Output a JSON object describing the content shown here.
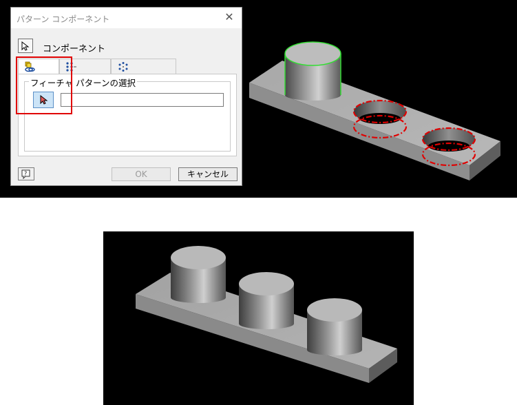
{
  "dialog": {
    "title": "パターン コンポーネント",
    "component_label": "コンポーネント",
    "group_label": "フィーチャ パターンの選択",
    "field_value": "",
    "ok_label": "OK",
    "cancel_label": "キャンセル"
  },
  "icons": {
    "close": "close-icon",
    "select": "arrow-cursor-icon",
    "tab_feature": "associative-pattern-icon",
    "tab_rect": "rectangular-pattern-icon",
    "tab_circ": "circular-pattern-icon",
    "help": "help-icon"
  },
  "colors": {
    "highlight": "#e00000",
    "selected_edge": "#33dd33",
    "pattern_edges": "#e00000",
    "selected_button": "#cce4f7"
  }
}
